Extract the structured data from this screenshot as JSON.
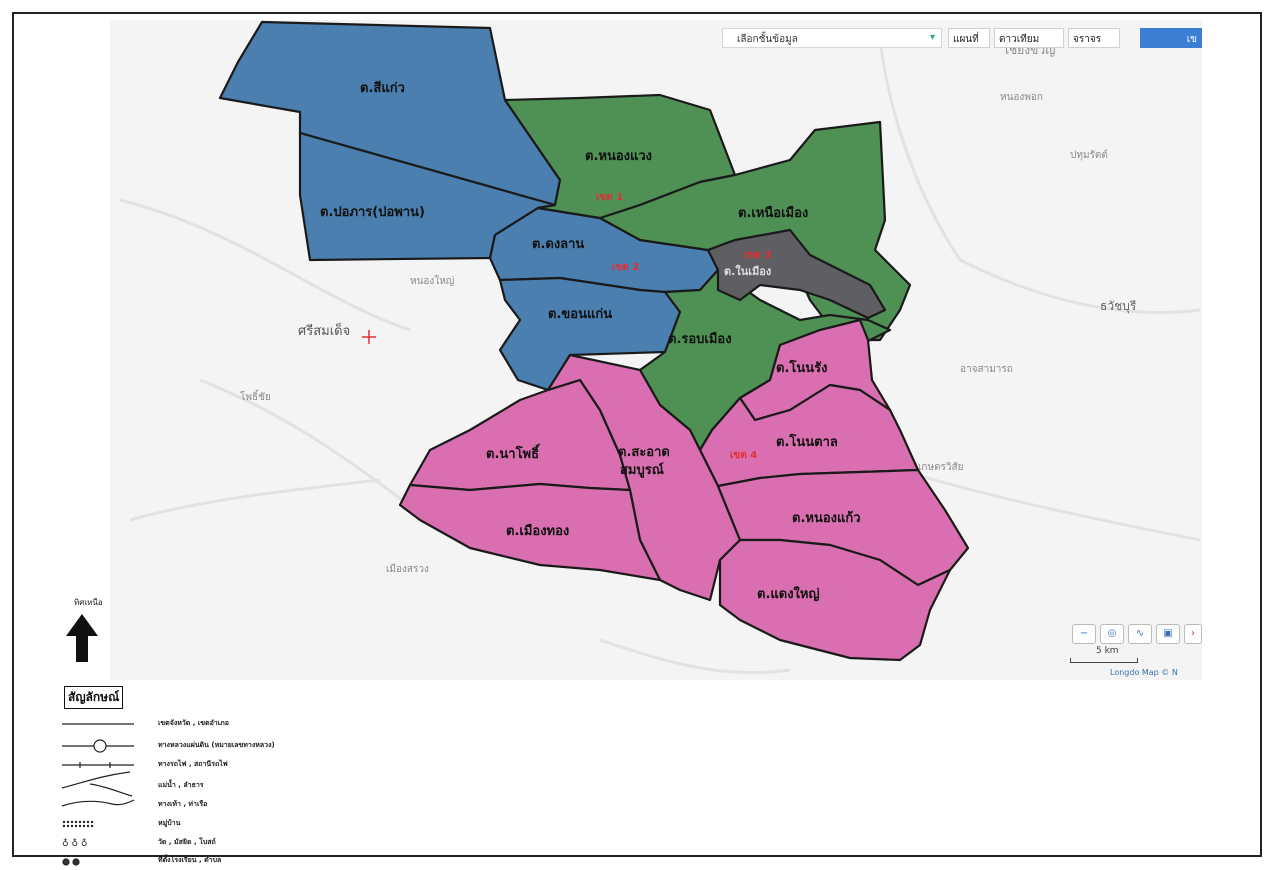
{
  "toolbar": {
    "layer_select": "เลือกชั้นข้อมูล",
    "map_button": "แผนที่",
    "satellite_button": "ดาวเทียม",
    "traffic_button": "จราจร",
    "blue_button": "เข"
  },
  "tambons": [
    {
      "name": "ต.สีแก่ว",
      "zone": "blue"
    },
    {
      "name": "ต.ปอภาร(ปอพาน)",
      "zone": "blue"
    },
    {
      "name": "ต.ดงลาน",
      "zone": "blue"
    },
    {
      "name": "ต.ขอนแก่น",
      "zone": "blue"
    },
    {
      "name": "ต.หนองแวง",
      "zone": "green"
    },
    {
      "name": "ต.เหนือเมือง",
      "zone": "green"
    },
    {
      "name": "ต.รอบเมือง",
      "zone": "green"
    },
    {
      "name": "ต.ในเมือง",
      "zone": "gray"
    },
    {
      "name": "ต.โนนรัง",
      "zone": "pink"
    },
    {
      "name": "ต.โนนตาล",
      "zone": "pink"
    },
    {
      "name": "ต.นาโพธิ์",
      "zone": "pink"
    },
    {
      "name": "ต.สะอาด",
      "zone": "pink"
    },
    {
      "name": "สมบูรณ์",
      "zone": "pink"
    },
    {
      "name": "ต.เมืองทอง",
      "zone": "pink"
    },
    {
      "name": "ต.หนองแก้ว",
      "zone": "pink"
    },
    {
      "name": "ต.แดงใหญ่",
      "zone": "pink"
    }
  ],
  "zone_labels": [
    "เขต 1",
    "เขต 2",
    "เขต 3",
    "เขต 4"
  ],
  "background_places": [
    "ศรีสมเด็จ",
    "อาจสามารถ",
    "หนองใหญ่",
    "เมืองสรวง",
    "ปทุมรัตต์",
    "เชียงขวัญ",
    "ธวัชบุรี",
    "โพธิ์ชัย",
    "หนองพอก",
    "เกษตรวิสัย"
  ],
  "colors": {
    "blue": "#4a7fb0",
    "green": "#4f9155",
    "pink": "#d96fb0",
    "gray": "#5f5f63",
    "water": "#f4f4f4"
  },
  "map_controls": {
    "scale_label": "5 km",
    "attribution": "Longdo Map © N"
  },
  "north_arrow_label": "ทิศเหนือ",
  "legend": {
    "title": "สัญลักษณ์",
    "items": [
      "เขตจังหวัด , เขตอำเภอ",
      "ทางหลวงแผ่นดิน (หมายเลขทางหลวง)",
      "ทางรถไฟ , สถานีรถไฟ",
      "แม่น้ำ , ลำธาร",
      "ทางเท้า , ท่าเรือ",
      "หมู่บ้าน",
      "วัด , มัสยิด , โบสถ์",
      "ที่ตั้งโรงเรียน , ตำบล"
    ]
  }
}
